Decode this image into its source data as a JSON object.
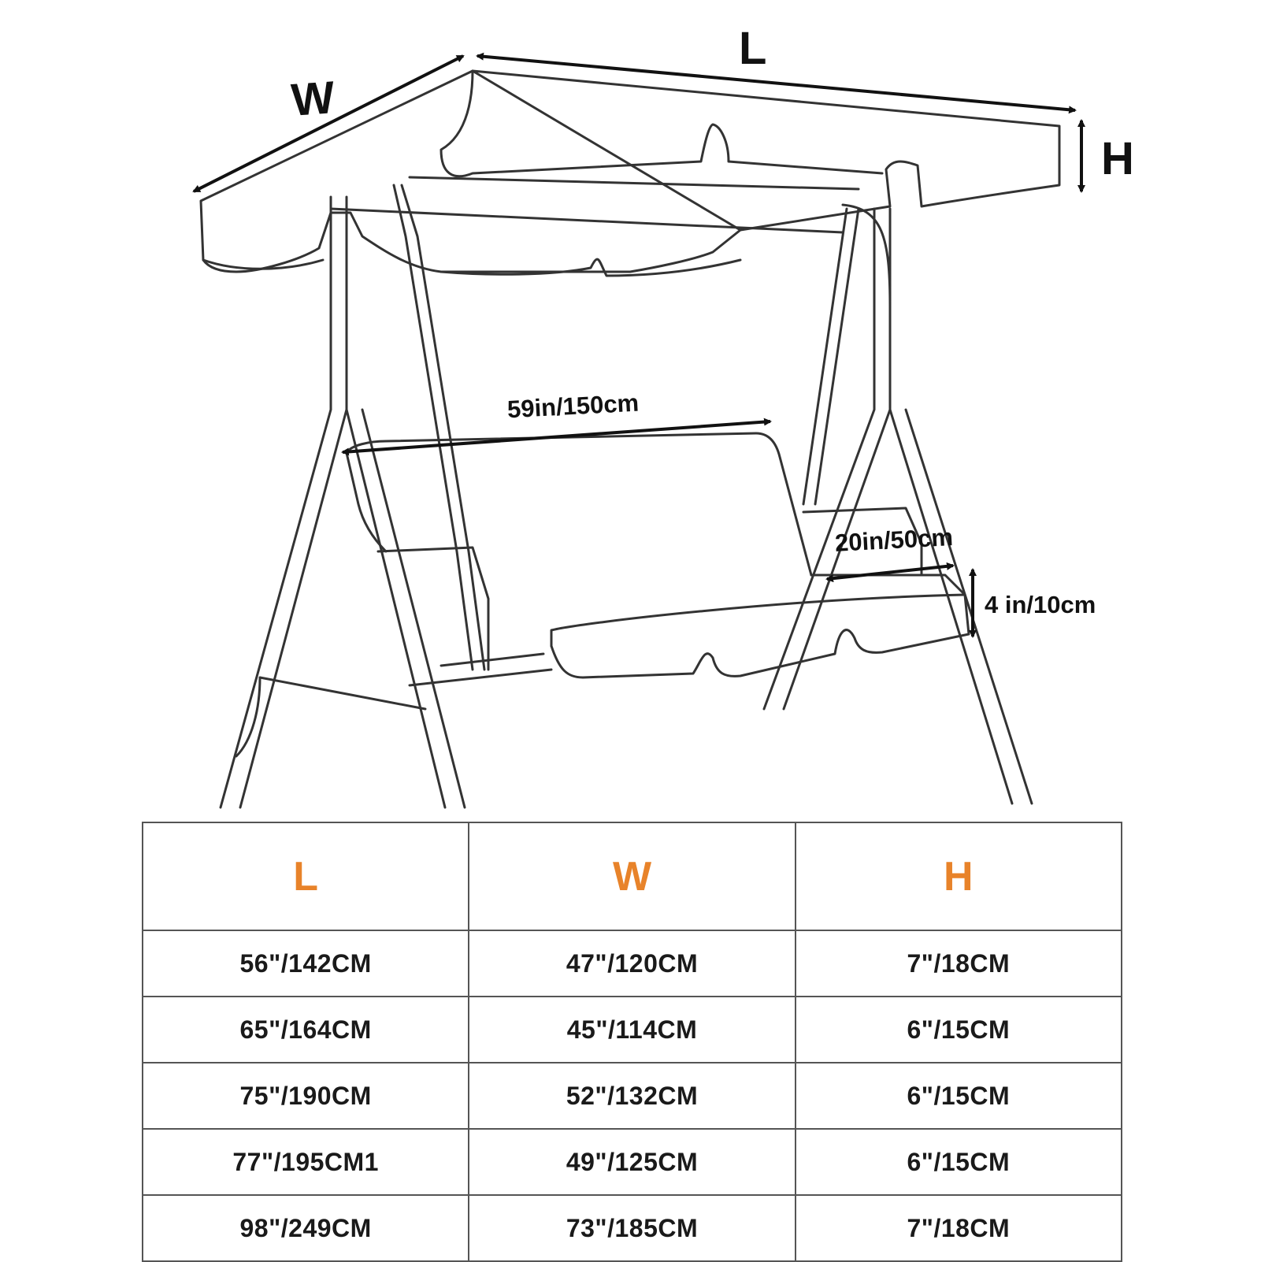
{
  "colors": {
    "line": "#333333",
    "header_text": "#e8832a",
    "grid": "#555555"
  },
  "diagram": {
    "dim_L": "L",
    "dim_W": "W",
    "dim_H": "H",
    "seat_length": "59in/150cm",
    "seat_depth": "20in/50cm",
    "cushion_thickness": "4 in/10cm"
  },
  "table": {
    "headers": [
      "L",
      "W",
      "H"
    ],
    "rows": [
      [
        "56\"/142CM",
        "47\"/120CM",
        "7\"/18CM"
      ],
      [
        "65\"/164CM",
        "45\"/114CM",
        "6\"/15CM"
      ],
      [
        "75\"/190CM",
        "52\"/132CM",
        "6\"/15CM"
      ],
      [
        "77\"/195CM1",
        "49\"/125CM",
        "6\"/15CM"
      ],
      [
        "98\"/249CM",
        "73\"/185CM",
        "7\"/18CM"
      ]
    ]
  }
}
